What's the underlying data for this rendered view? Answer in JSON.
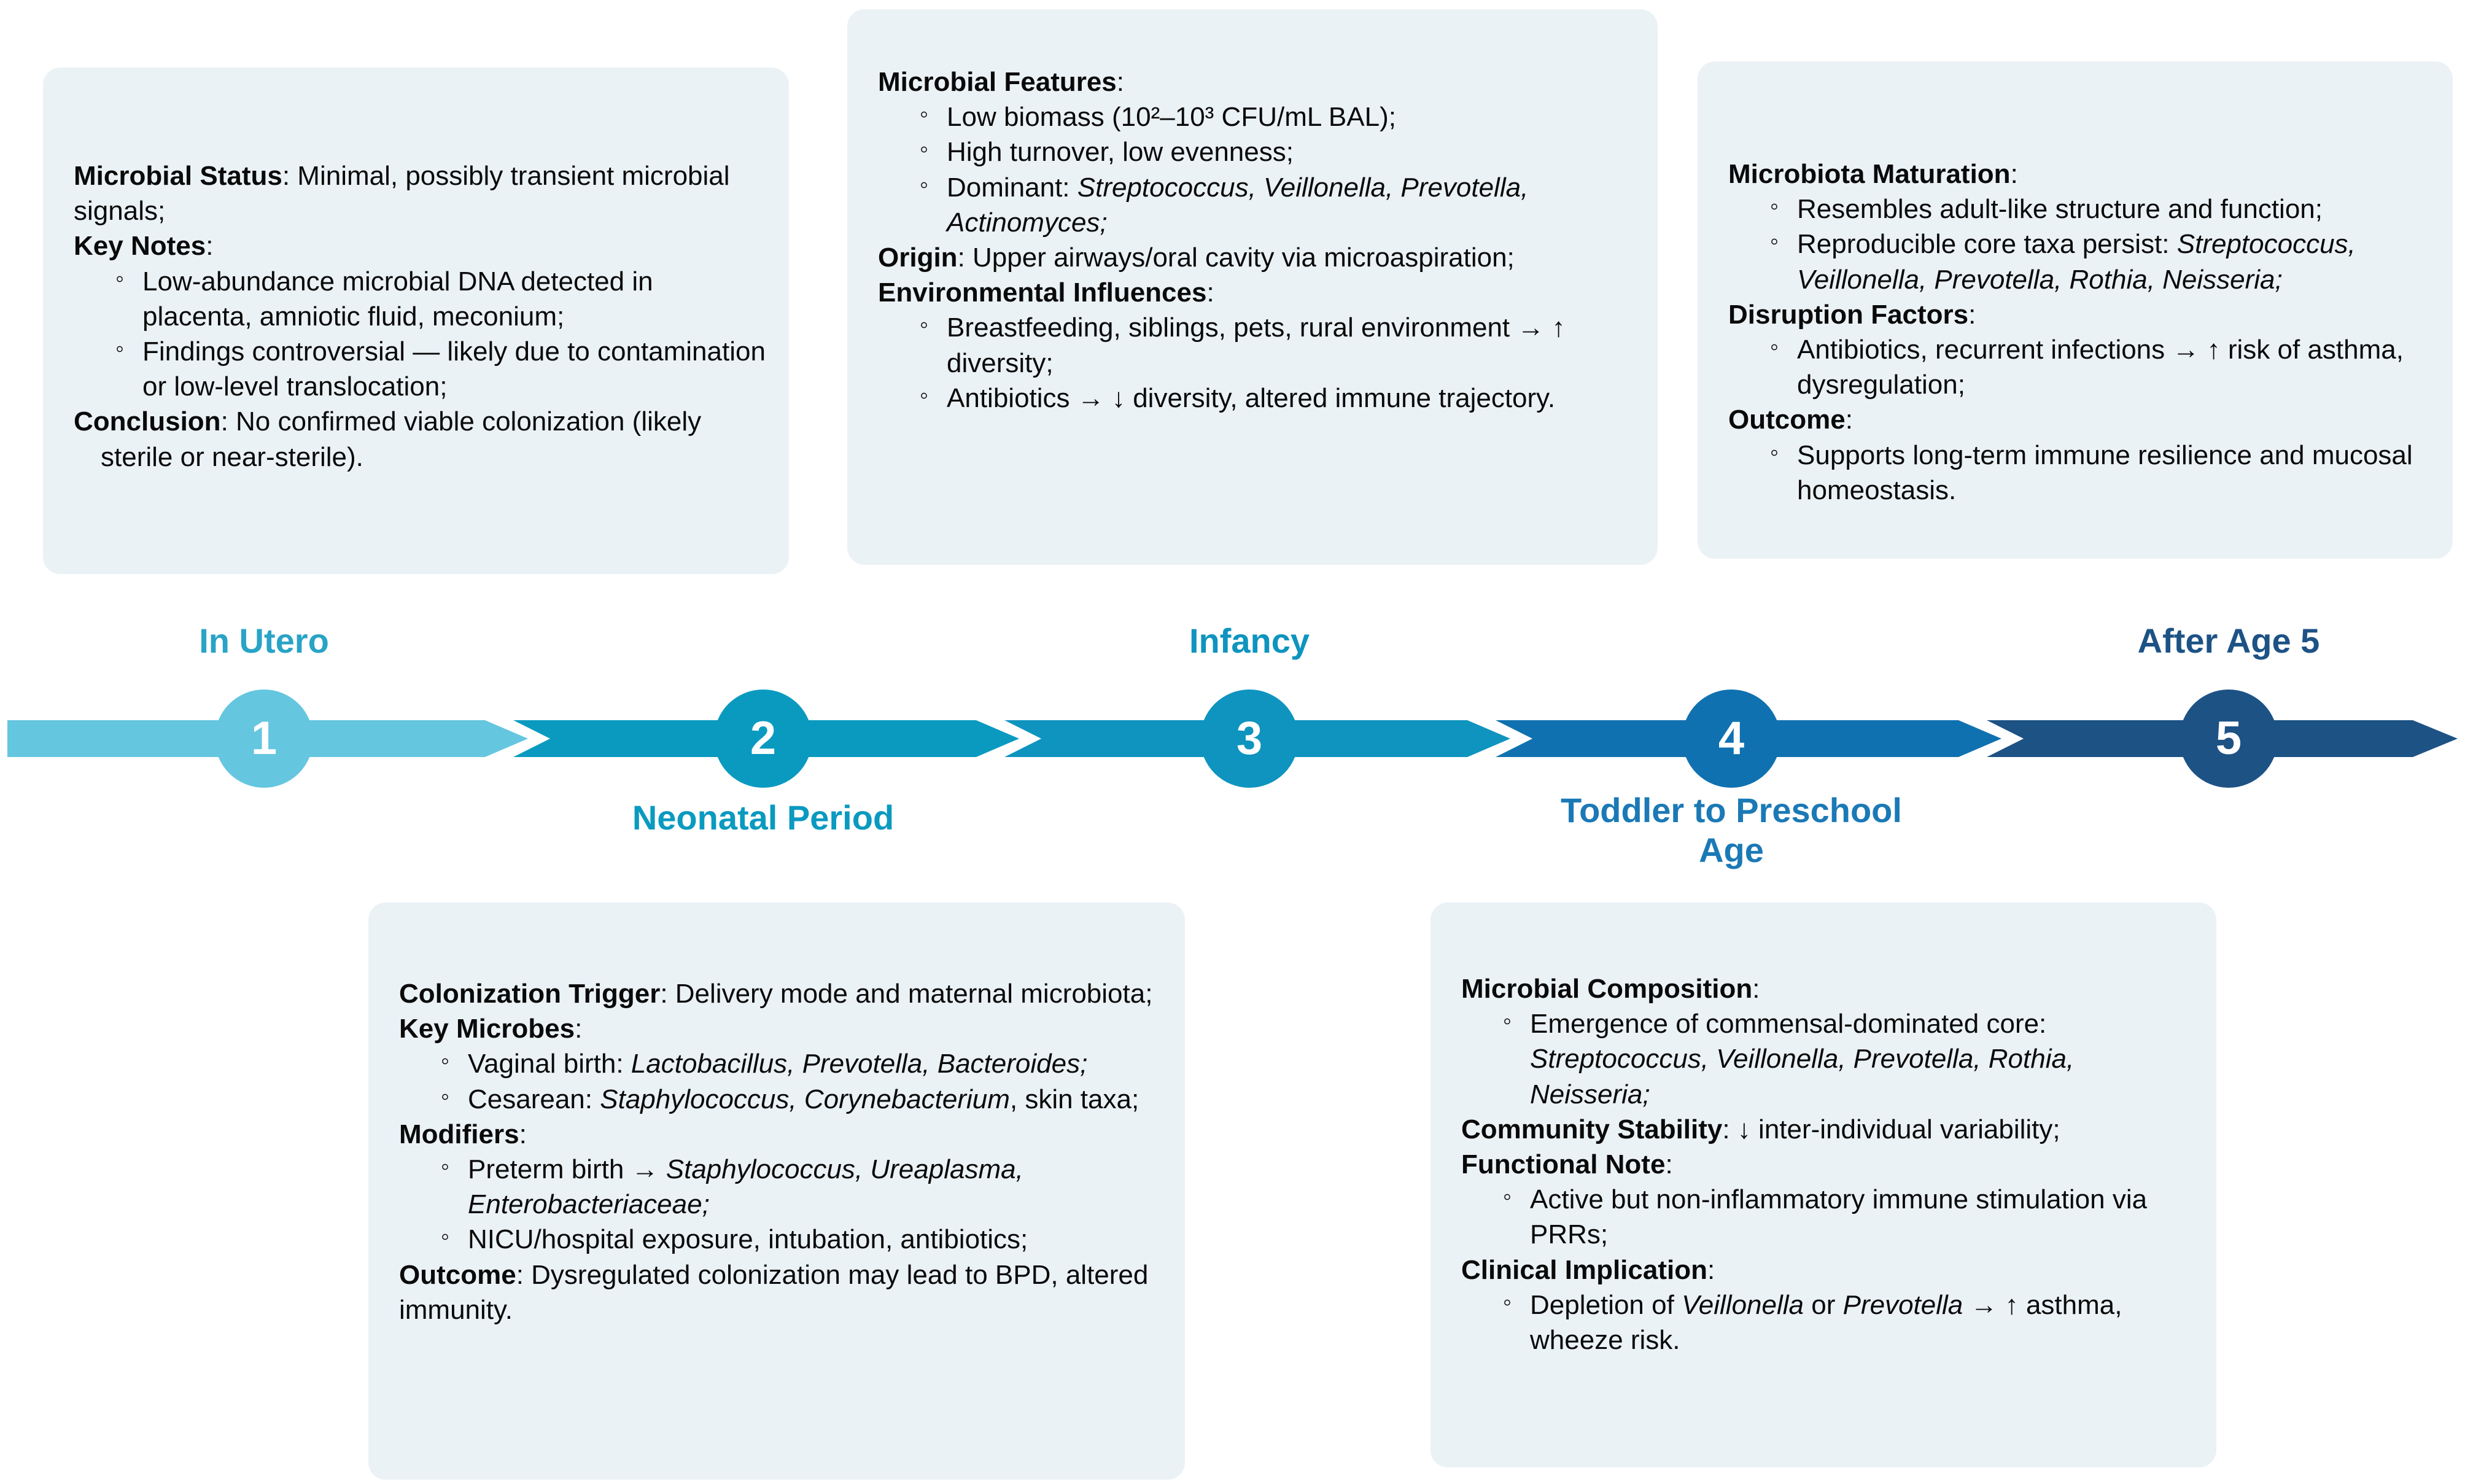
{
  "diagram": {
    "title_visible": false,
    "type": "timeline",
    "stage_count": 5
  },
  "colors": {
    "stage1": "#65C6E0",
    "stage2": "#0A9AC0",
    "stage3": "#0E94BF",
    "stage4": "#1071B0",
    "stage5": "#1D5285",
    "card_bg": "#EBF2F6",
    "text": "#0a0a0a",
    "number_text": "#FFFFFF"
  },
  "timeline": {
    "stages": [
      {
        "number": "1",
        "label": "In Utero",
        "label_position": "above",
        "color": "#65C6E0"
      },
      {
        "number": "2",
        "label": "Neonatal Period",
        "label_position": "below",
        "color": "#0A9AC0"
      },
      {
        "number": "3",
        "label": "Infancy",
        "label_position": "above",
        "color": "#0E94BF"
      },
      {
        "number": "4",
        "label": "Toddler to Preschool\nAge",
        "label_position": "below",
        "color": "#1071B0"
      },
      {
        "number": "5",
        "label": "After Age 5",
        "label_position": "above",
        "color": "#1D5285"
      }
    ]
  },
  "cards": {
    "in_utero": {
      "position": "top",
      "blocks": [
        {
          "kind": "para",
          "label": "Microbial Status",
          "text": ": Minimal, possibly transient microbial signals;"
        },
        {
          "kind": "heading",
          "label": "Key Notes",
          "text": ":"
        },
        {
          "kind": "bullets",
          "items": [
            "Low-abundance microbial DNA detected in placenta, amniotic fluid, meconium;",
            "Findings controversial — likely due to contamination or low-level translocation;"
          ]
        },
        {
          "kind": "para_hang",
          "label": "Conclusion",
          "text": ": No confirmed viable colonization (likely sterile or near-sterile)."
        }
      ]
    },
    "neonatal_period": {
      "position": "bottom",
      "blocks": [
        {
          "kind": "para",
          "label": "Colonization Trigger",
          "text": ": Delivery mode and maternal microbiota;"
        },
        {
          "kind": "heading",
          "label": "Key Microbes",
          "text": ":"
        },
        {
          "kind": "bullets_rich",
          "items": [
            [
              {
                "t": "Vaginal birth: "
              },
              {
                "t": "Lactobacillus, Prevotella, Bacteroides;",
                "i": true
              }
            ],
            [
              {
                "t": "Cesarean: "
              },
              {
                "t": "Staphylococcus, Corynebacterium",
                "i": true
              },
              {
                "t": ", skin taxa;"
              }
            ]
          ]
        },
        {
          "kind": "heading",
          "label": "Modifiers",
          "text": ":"
        },
        {
          "kind": "bullets_rich",
          "items": [
            [
              {
                "t": "Preterm birth → "
              },
              {
                "t": "Staphylococcus, Ureaplasma, Enterobacteriaceae;",
                "i": true
              }
            ],
            [
              {
                "t": "NICU/hospital exposure, intubation, antibiotics;"
              }
            ]
          ]
        },
        {
          "kind": "para",
          "label": "Outcome",
          "text": ": Dysregulated colonization may lead to BPD, altered immunity."
        }
      ]
    },
    "infancy": {
      "position": "top",
      "blocks": [
        {
          "kind": "heading",
          "label": "Microbial Features",
          "text": ":"
        },
        {
          "kind": "bullets_rich",
          "items": [
            [
              {
                "t": "Low biomass (10²–10³ CFU/mL BAL);"
              }
            ],
            [
              {
                "t": "High turnover, low evenness;"
              }
            ],
            [
              {
                "t": "Dominant: "
              },
              {
                "t": "Streptococcus, Veillonella, Prevotella, Actinomyces;",
                "i": true
              }
            ]
          ]
        },
        {
          "kind": "para",
          "label": "Origin",
          "text": ": Upper airways/oral cavity via microaspiration;"
        },
        {
          "kind": "heading",
          "label": "Environmental Influences",
          "text": ":"
        },
        {
          "kind": "bullets_rich",
          "items": [
            [
              {
                "t": "Breastfeeding, siblings, pets, rural environment → ↑ diversity;"
              }
            ],
            [
              {
                "t": "Antibiotics → ↓ diversity, altered immune trajectory."
              }
            ]
          ]
        }
      ]
    },
    "toddler_preschool": {
      "position": "bottom",
      "blocks": [
        {
          "kind": "heading",
          "label": "Microbial Composition",
          "text": ":"
        },
        {
          "kind": "bullets_rich",
          "items": [
            [
              {
                "t": "Emergence of commensal-dominated core: "
              },
              {
                "t": "Streptococcus, Veillonella, Prevotella, Rothia, Neisseria;",
                "i": true
              }
            ]
          ]
        },
        {
          "kind": "para",
          "label": "Community Stability",
          "text": ": ↓ inter-individual variability;"
        },
        {
          "kind": "heading",
          "label": "Functional Note",
          "text": ":"
        },
        {
          "kind": "bullets_rich",
          "items": [
            [
              {
                "t": "Active but non-inflammatory immune stimulation via PRRs;"
              }
            ]
          ]
        },
        {
          "kind": "heading",
          "label": "Clinical Implication",
          "text": ":"
        },
        {
          "kind": "bullets_rich",
          "items": [
            [
              {
                "t": "Depletion of "
              },
              {
                "t": "Veillonella",
                "i": true
              },
              {
                "t": " or "
              },
              {
                "t": "Prevotella",
                "i": true
              },
              {
                "t": " → ↑ asthma, wheeze risk."
              }
            ]
          ]
        }
      ]
    },
    "after_age_5": {
      "position": "top",
      "blocks": [
        {
          "kind": "heading",
          "label": "Microbiota Maturation",
          "text": ":"
        },
        {
          "kind": "bullets_rich",
          "items": [
            [
              {
                "t": "Resembles adult-like structure and function;"
              }
            ],
            [
              {
                "t": "Reproducible core taxa persist: "
              },
              {
                "t": "Streptococcus, Veillonella, Prevotella, Rothia, Neisseria;",
                "i": true
              }
            ]
          ]
        },
        {
          "kind": "heading",
          "label": "Disruption Factors",
          "text": ":"
        },
        {
          "kind": "bullets_rich",
          "items": [
            [
              {
                "t": "Antibiotics, recurrent infections → ↑ risk of asthma, dysregulation;"
              }
            ]
          ]
        },
        {
          "kind": "heading",
          "label": "Outcome",
          "text": ":"
        },
        {
          "kind": "bullets_rich",
          "items": [
            [
              {
                "t": "Supports long-term immune resilience and mucosal homeostasis."
              }
            ]
          ]
        }
      ]
    }
  }
}
